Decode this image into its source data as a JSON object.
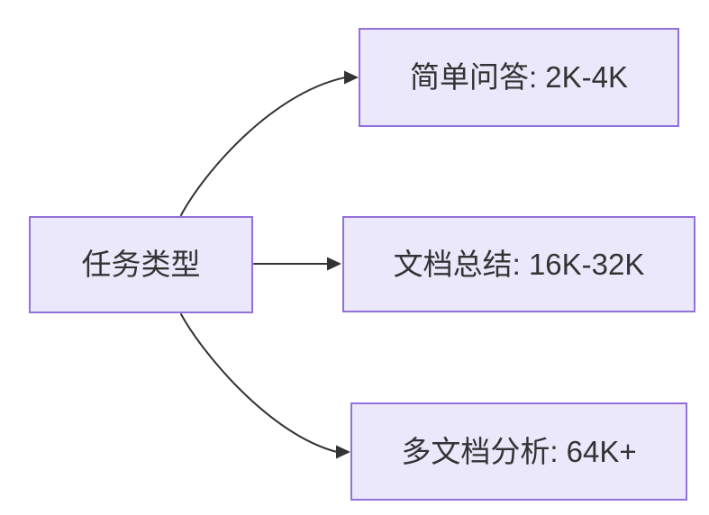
{
  "diagram": {
    "type": "flowchart",
    "direction": "left-to-right",
    "nodes": {
      "root": {
        "id": "root",
        "label": "任务类型"
      },
      "simple_qa": {
        "id": "simple_qa",
        "label": "简单问答: 2K-4K"
      },
      "doc_summary": {
        "id": "doc_summary",
        "label": "文档总结: 16K-32K"
      },
      "multi_doc": {
        "id": "multi_doc",
        "label": "多文档分析: 64K+"
      }
    },
    "edges": [
      {
        "from": "任务类型",
        "to": "简单问答: 2K-4K",
        "arrow": "filled-triangle"
      },
      {
        "from": "任务类型",
        "to": "文档总结: 16K-32K",
        "arrow": "filled-triangle"
      },
      {
        "from": "任务类型",
        "to": "多文档分析: 64K+",
        "arrow": "filled-triangle"
      }
    ],
    "colors": {
      "node_fill": "#EAE8FA",
      "node_border": "#9370DB",
      "edge_stroke": "#333333",
      "text": "#333333",
      "background": "#FFFFFF"
    }
  }
}
